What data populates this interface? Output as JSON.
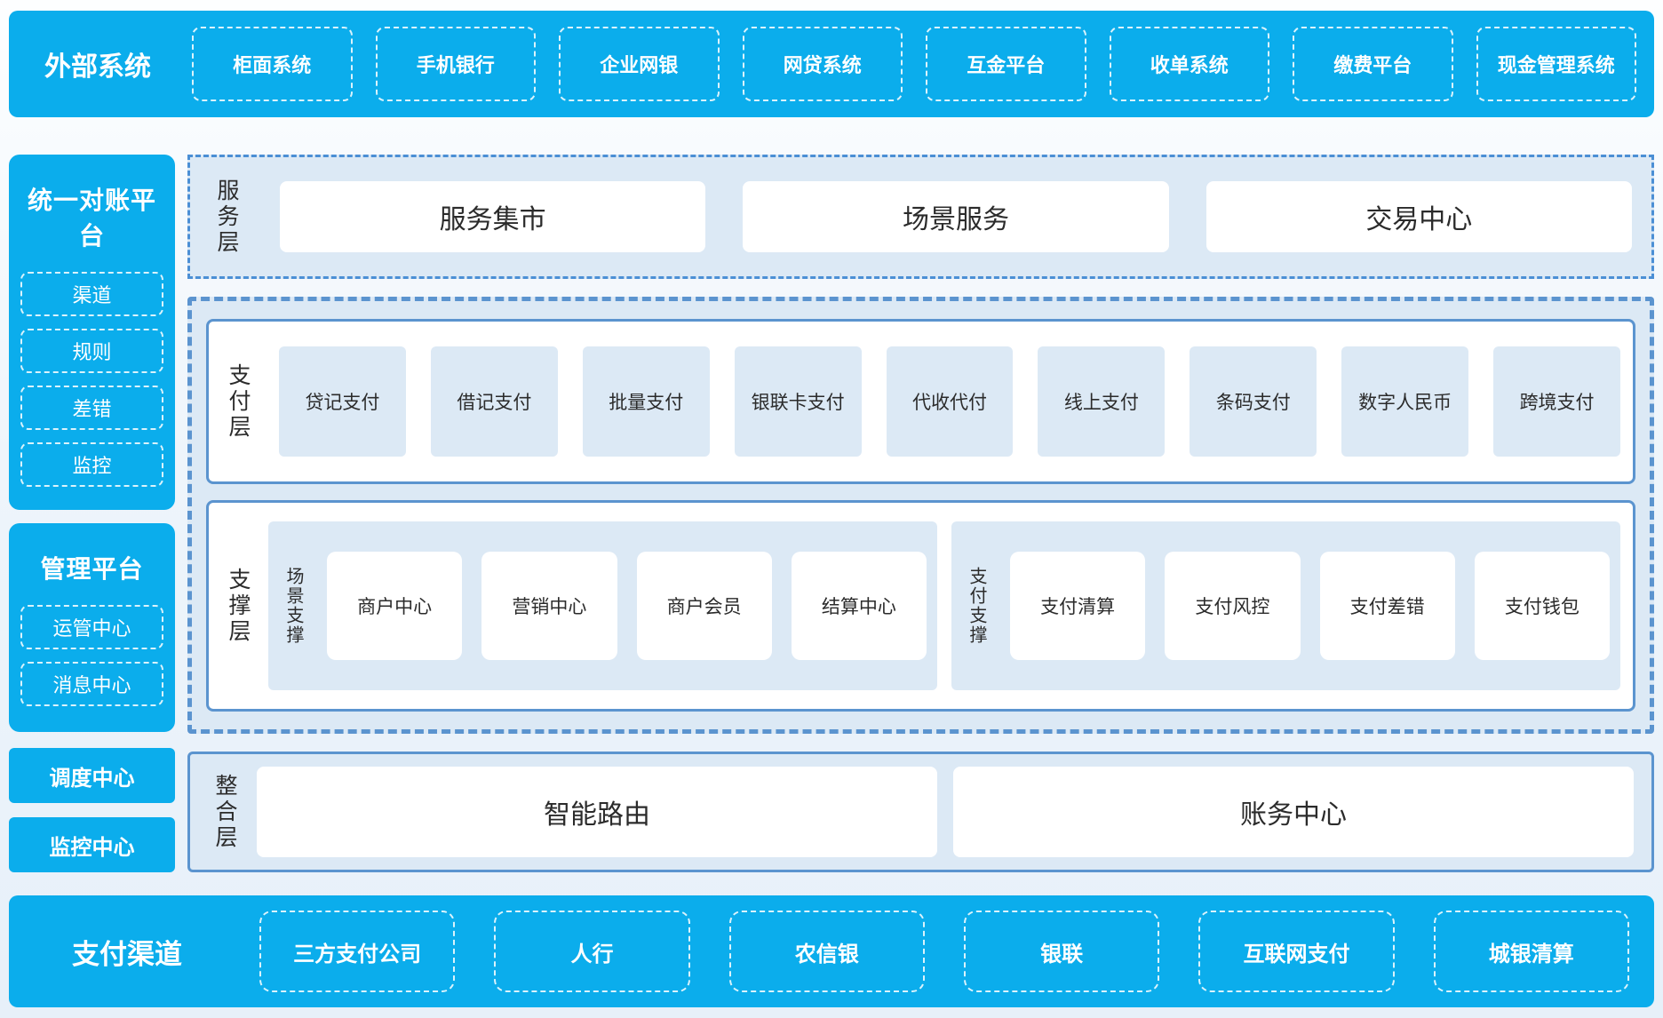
{
  "colors": {
    "primary": "#0badec",
    "panel_bg": "#dce9f5",
    "border_blue": "#5b94cf",
    "text_dark": "#2b2b2b"
  },
  "top_bar": {
    "label": "外部系统",
    "items": [
      "柜面系统",
      "手机银行",
      "企业网银",
      "网贷系统",
      "互金平台",
      "收单系统",
      "缴费平台",
      "现金管理系统"
    ]
  },
  "sidebar": {
    "panels": [
      {
        "title": "统一对账平台",
        "items": [
          "渠道",
          "规则",
          "差错",
          "监控"
        ]
      },
      {
        "title": "管理平台",
        "items": [
          "运管中心",
          "消息中心"
        ]
      }
    ],
    "solo_boxes": [
      "调度中心",
      "监控中心"
    ]
  },
  "layers": {
    "service": {
      "label": "服务层",
      "items": [
        "服务集市",
        "场景服务",
        "交易中心"
      ]
    },
    "payment": {
      "label": "支付层",
      "items": [
        "贷记支付",
        "借记支付",
        "批量支付",
        "银联卡支付",
        "代收代付",
        "线上支付",
        "条码支付",
        "数字人民币",
        "跨境支付"
      ]
    },
    "support": {
      "label": "支撑层",
      "groups": [
        {
          "label": "场景支撑",
          "items": [
            "商户中心",
            "营销中心",
            "商户会员",
            "结算中心"
          ]
        },
        {
          "label": "支付支撑",
          "items": [
            "支付清算",
            "支付风控",
            "支付差错",
            "支付钱包"
          ]
        }
      ]
    },
    "integration": {
      "label": "整合层",
      "items": [
        "智能路由",
        "账务中心"
      ]
    }
  },
  "bottom_bar": {
    "label": "支付渠道",
    "items": [
      "三方支付公司",
      "人行",
      "农信银",
      "银联",
      "互联网支付",
      "城银清算"
    ]
  }
}
